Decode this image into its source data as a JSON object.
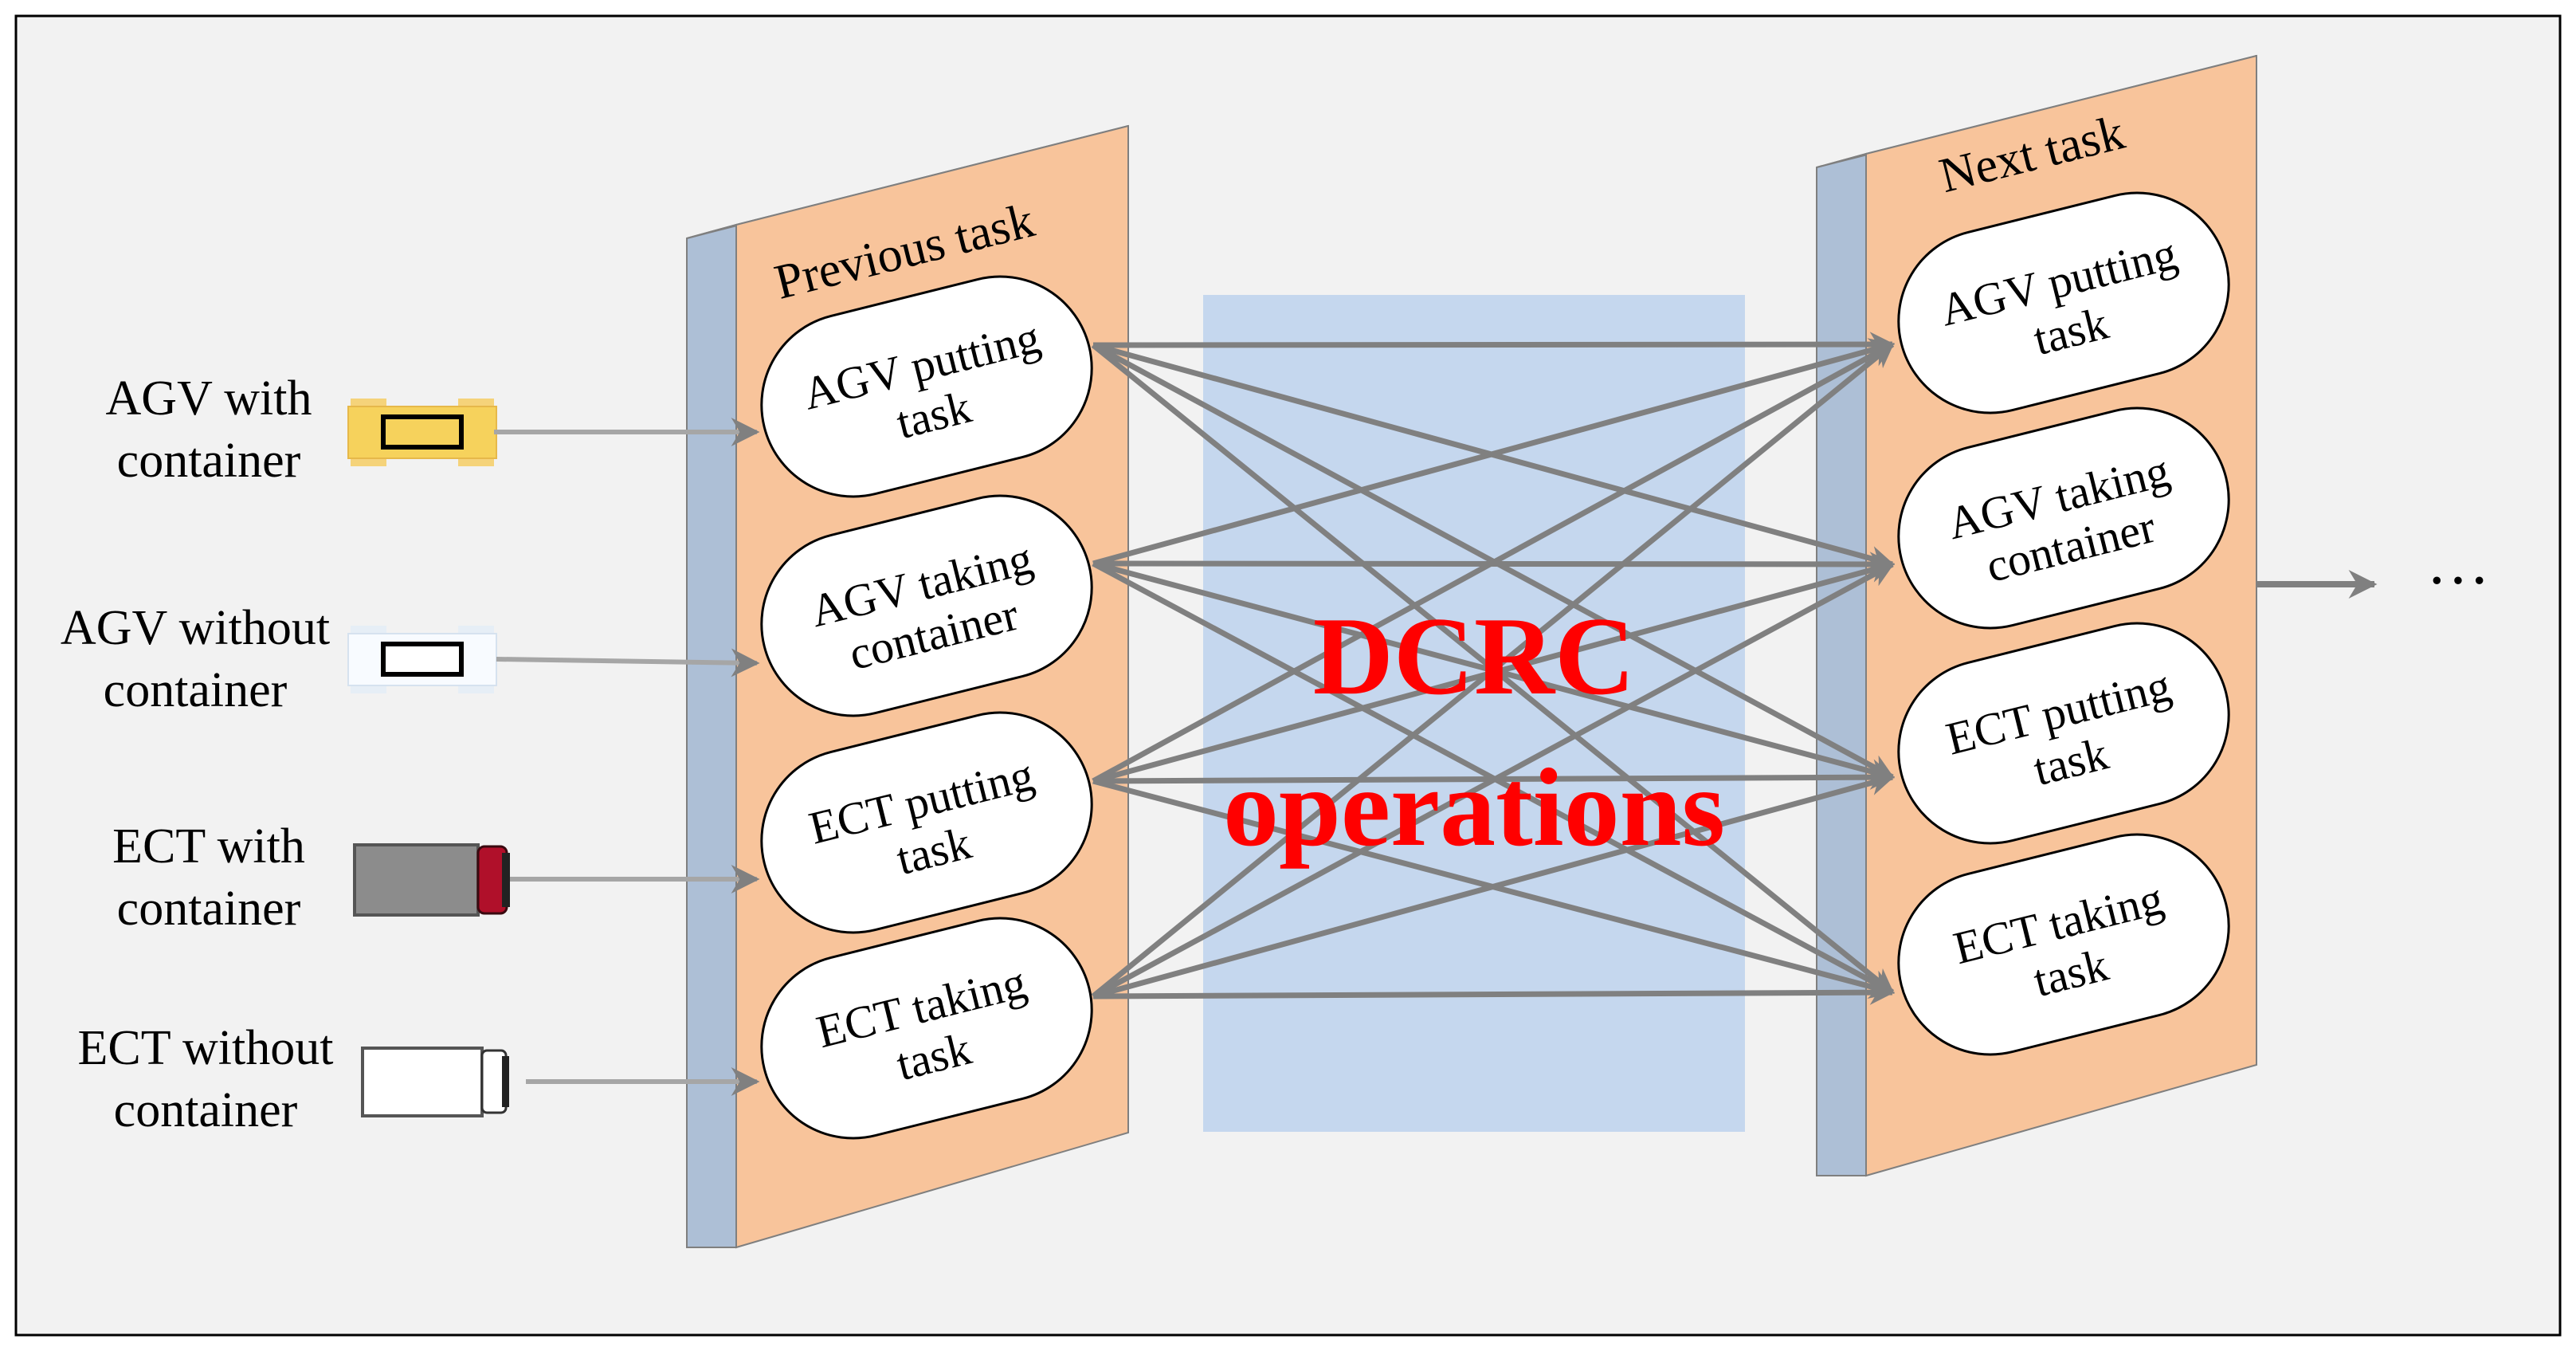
{
  "colors": {
    "background": "#f2f2f2",
    "panel_face": "#f8c49b",
    "panel_side": "#adbfd6",
    "center_box": "#c5d7ee",
    "arrow": "#808080",
    "dcrc_text": "#ff0000"
  },
  "vehicles": [
    {
      "line1": "AGV with",
      "line2": "container",
      "icon": "agv-yellow-icon"
    },
    {
      "line1": "AGV without",
      "line2": "container",
      "icon": "agv-white-icon"
    },
    {
      "line1": "ECT with",
      "line2": "container",
      "icon": "truck-with-container-icon"
    },
    {
      "line1": "ECT without",
      "line2": "container",
      "icon": "truck-empty-icon"
    }
  ],
  "previous_panel": {
    "title": "Previous task",
    "tasks": [
      {
        "line1": "AGV putting",
        "line2": "task"
      },
      {
        "line1": "AGV taking",
        "line2": "container"
      },
      {
        "line1": "ECT putting",
        "line2": "task"
      },
      {
        "line1": "ECT taking",
        "line2": "task"
      }
    ]
  },
  "next_panel": {
    "title": "Next task",
    "tasks": [
      {
        "line1": "AGV putting",
        "line2": "task"
      },
      {
        "line1": "AGV taking",
        "line2": "container"
      },
      {
        "line1": "ECT putting",
        "line2": "task"
      },
      {
        "line1": "ECT taking",
        "line2": "task"
      }
    ]
  },
  "center": {
    "line1": "DCRC",
    "line2": "operations"
  },
  "ellipsis": "···"
}
